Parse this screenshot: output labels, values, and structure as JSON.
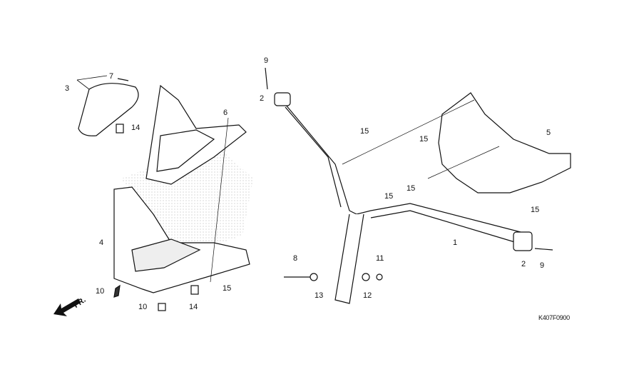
{
  "diagram": {
    "code": "K407F0900",
    "front_indicator": "FR.",
    "callouts": [
      {
        "id": "c9a",
        "text": "9"
      },
      {
        "id": "c2a",
        "text": "2"
      },
      {
        "id": "c7",
        "text": "7"
      },
      {
        "id": "c3",
        "text": "3"
      },
      {
        "id": "c6",
        "text": "6"
      },
      {
        "id": "c14a",
        "text": "14"
      },
      {
        "id": "c15a",
        "text": "15"
      },
      {
        "id": "c15b",
        "text": "15"
      },
      {
        "id": "c5",
        "text": "5"
      },
      {
        "id": "c15c",
        "text": "15"
      },
      {
        "id": "c15d",
        "text": "15"
      },
      {
        "id": "c15e",
        "text": "15"
      },
      {
        "id": "c4",
        "text": "4"
      },
      {
        "id": "c1",
        "text": "1"
      },
      {
        "id": "c8",
        "text": "8"
      },
      {
        "id": "c11",
        "text": "11"
      },
      {
        "id": "c2b",
        "text": "2"
      },
      {
        "id": "c9b",
        "text": "9"
      },
      {
        "id": "c10a",
        "text": "10"
      },
      {
        "id": "c15f",
        "text": "15"
      },
      {
        "id": "c13",
        "text": "13"
      },
      {
        "id": "c12",
        "text": "12"
      },
      {
        "id": "c10b",
        "text": "10"
      },
      {
        "id": "c14b",
        "text": "14"
      }
    ],
    "colors": {
      "line": "#111111",
      "fill": "#ffffff",
      "shade": "#dddddd"
    }
  }
}
